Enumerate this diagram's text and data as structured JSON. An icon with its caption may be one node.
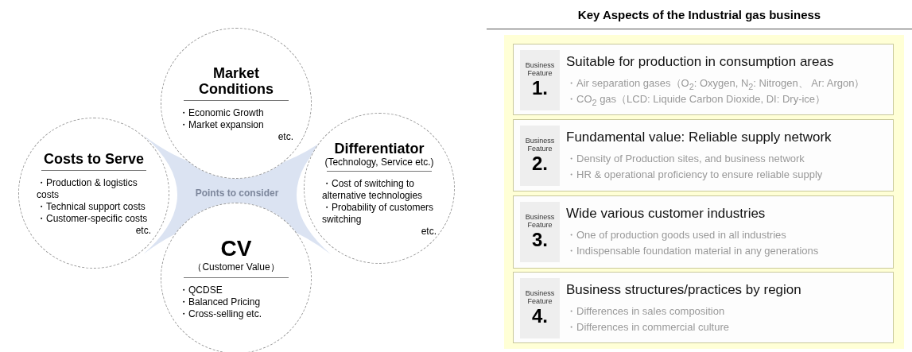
{
  "diagram": {
    "title": "Key Aspects of the Industrial gas business",
    "nodes": [
      {
        "text": [
          "Market Conditions",
          "・Economic Growth",
          "・Market expansion",
          "etc."
        ]
      },
      {
        "text": [
          "Costs to Serve",
          "・Production & logistics costs",
          "・Technical support costs",
          "・Customer-specific costs",
          "etc."
        ]
      },
      {
        "text": [
          "Points to consider"
        ]
      },
      {
        "text": [
          "Differentiator",
          "(Technology, Service etc.)",
          "・Cost of switching to alternative technologies",
          "・Probability of customers switching",
          "etc."
        ]
      },
      {
        "text": [
          "CV",
          "（Customer Value）",
          "・QCDSE",
          "・Balanced Pricing",
          "・Cross-selling etc."
        ]
      },
      {
        "text": [],
        "shape": "box"
      },
      {
        "text": [
          "Suitable for production in consumption areas",
          "・Air separation gases（O$_{2}$: Oxygen, N$_{2}$: Nitrogen、 Ar: Argon）",
          "・CO$_{2}$ gas（LCD: Liquide Carbon Dioxide, DI: Dry-ice）"
        ],
        "in": 5
      },
      {
        "text": [
          "Business Feature",
          "1."
        ],
        "in": 6
      },
      {
        "text": [
          "Fundamental value: Reliable supply network",
          "・Density of Production sites, and business network",
          "・HR & operational proficiency to ensure reliable supply"
        ],
        "in": 5
      },
      {
        "text": [
          "Business Feature",
          "2."
        ],
        "in": 8
      },
      {
        "text": [
          "Wide various customer industries",
          "・One of production goods used in all industries",
          "・Indispensable foundation material in any generations"
        ],
        "in": 5
      },
      {
        "text": [
          "Business Feature",
          "3."
        ],
        "in": 10
      },
      {
        "text": [
          "Business structures/practices by region",
          "・Differences in sales composition",
          "・Differences in commercial culture"
        ],
        "in": 5
      },
      {
        "text": [
          "Business Feature",
          "4."
        ],
        "in": 12
      }
    ],
    "edges": []
  }
}
